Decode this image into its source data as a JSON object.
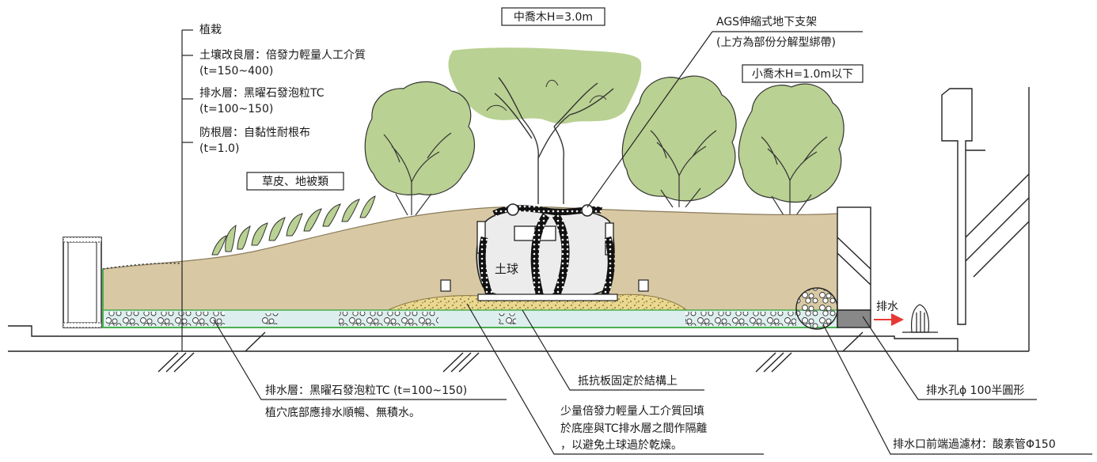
{
  "colors": {
    "soil": "#d8c9a4",
    "soil_stroke": "#8a7a5a",
    "drain_layer": "#dcefee",
    "root_barrier": "#4caf50",
    "foliage": "#b9d192",
    "foliage_stroke": "#333333",
    "gravel_mix": "#e8d58d",
    "line": "#1a1a1a",
    "arrow": "#e53935"
  },
  "layer_list": [
    {
      "name": "植栽",
      "detail": ""
    },
    {
      "name": "土壤改良層：倍發力輕量人工介質",
      "detail": "(t=150~400)"
    },
    {
      "name": "排水層：黑曜石發泡粒TC",
      "detail": "(t=100~150)"
    },
    {
      "name": "防根層：自黏性耐根布",
      "detail": "(t=1.0)"
    }
  ],
  "labels": {
    "medium_tree": "中喬木H=3.0m",
    "small_tree": "小喬木H=1.0m以下",
    "grass": "草皮、地被類",
    "ags_line1": "AGS伸縮式地下支架",
    "ags_line2": "(上方為部份分解型綁帶)",
    "root_ball": "土球",
    "drain_arrow": "排水",
    "drain_layer_line1": "排水層：黑曜石發泡粒TC (t=100~150)",
    "drain_layer_line2": "植穴底部應排水順暢、無積水。",
    "anchor_board": "抵抗板固定於結構上",
    "backfill_line1": "少量倍發力輕量人工介質回填",
    "backfill_line2": "於底座與TC排水層之間作隔離",
    "backfill_line3": "，以避免土球過於乾燥。",
    "drain_hole": "排水孔ϕ 100半圓形",
    "filter": "排水口前端過濾材：酸素管Φ150"
  }
}
